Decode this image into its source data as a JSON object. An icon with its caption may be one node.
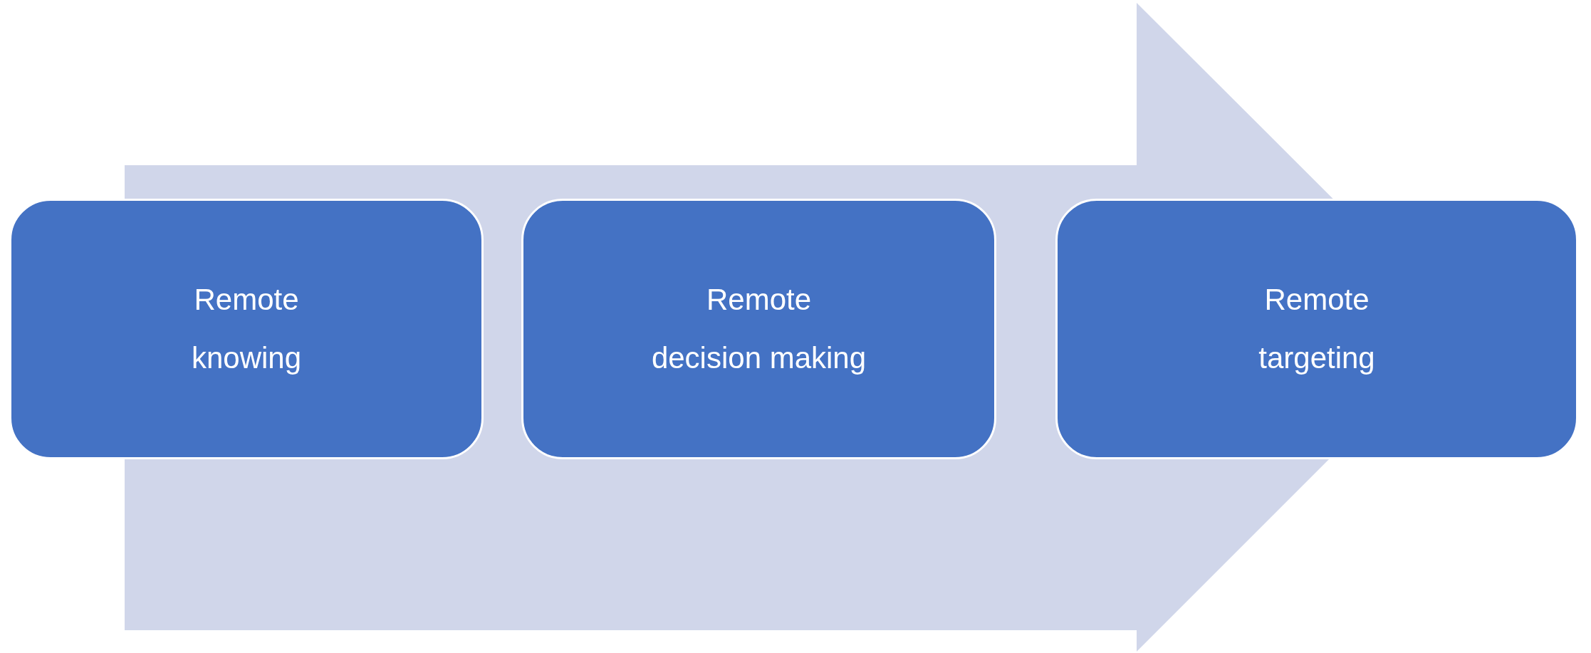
{
  "diagram": {
    "nodes": [
      {
        "text": [
          "Remote",
          "knowing"
        ]
      },
      {
        "text": [
          "Remote",
          "decision making"
        ]
      },
      {
        "text": [
          "Remote",
          "targeting"
        ]
      }
    ],
    "edges": [
      {
        "from": 0,
        "to": 2,
        "arrow": "to"
      }
    ]
  }
}
